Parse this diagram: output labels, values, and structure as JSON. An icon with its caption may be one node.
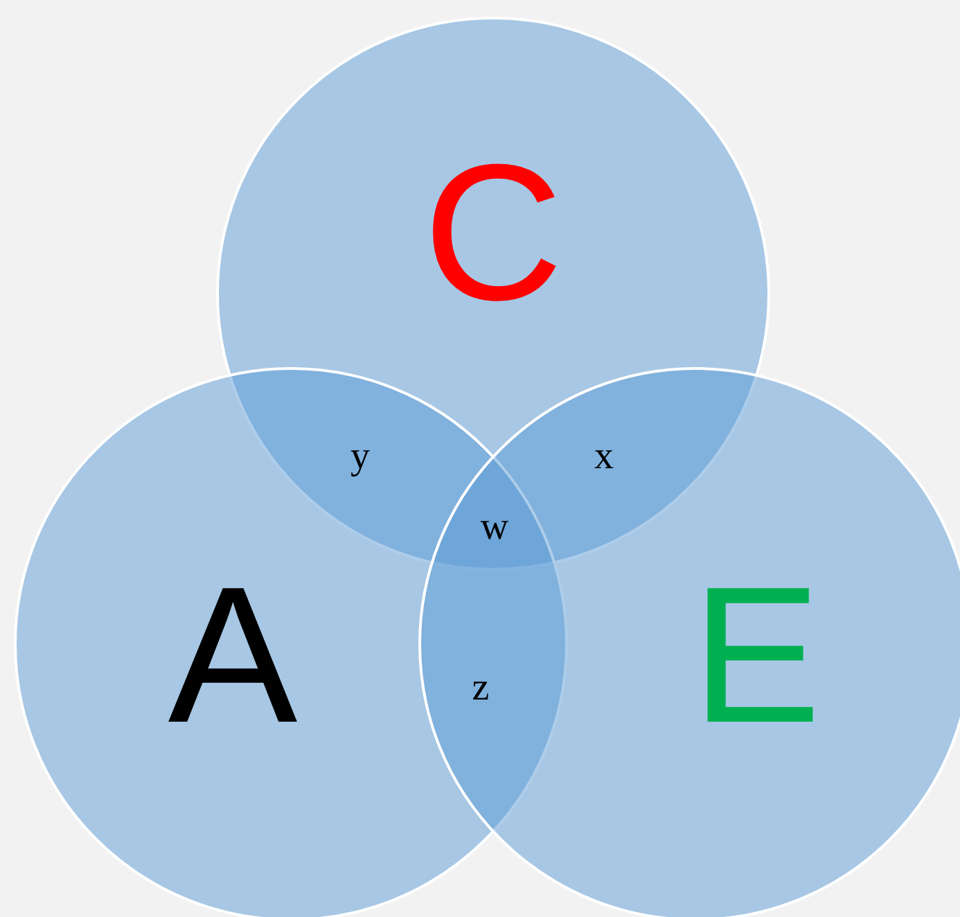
{
  "diagram": {
    "nodes": [
      {
        "text": [
          "C"
        ]
      },
      {
        "text": [
          "A"
        ]
      },
      {
        "text": [
          "E"
        ]
      }
    ],
    "edges": [],
    "labels": [
      "y",
      "x",
      "w",
      "z"
    ]
  }
}
